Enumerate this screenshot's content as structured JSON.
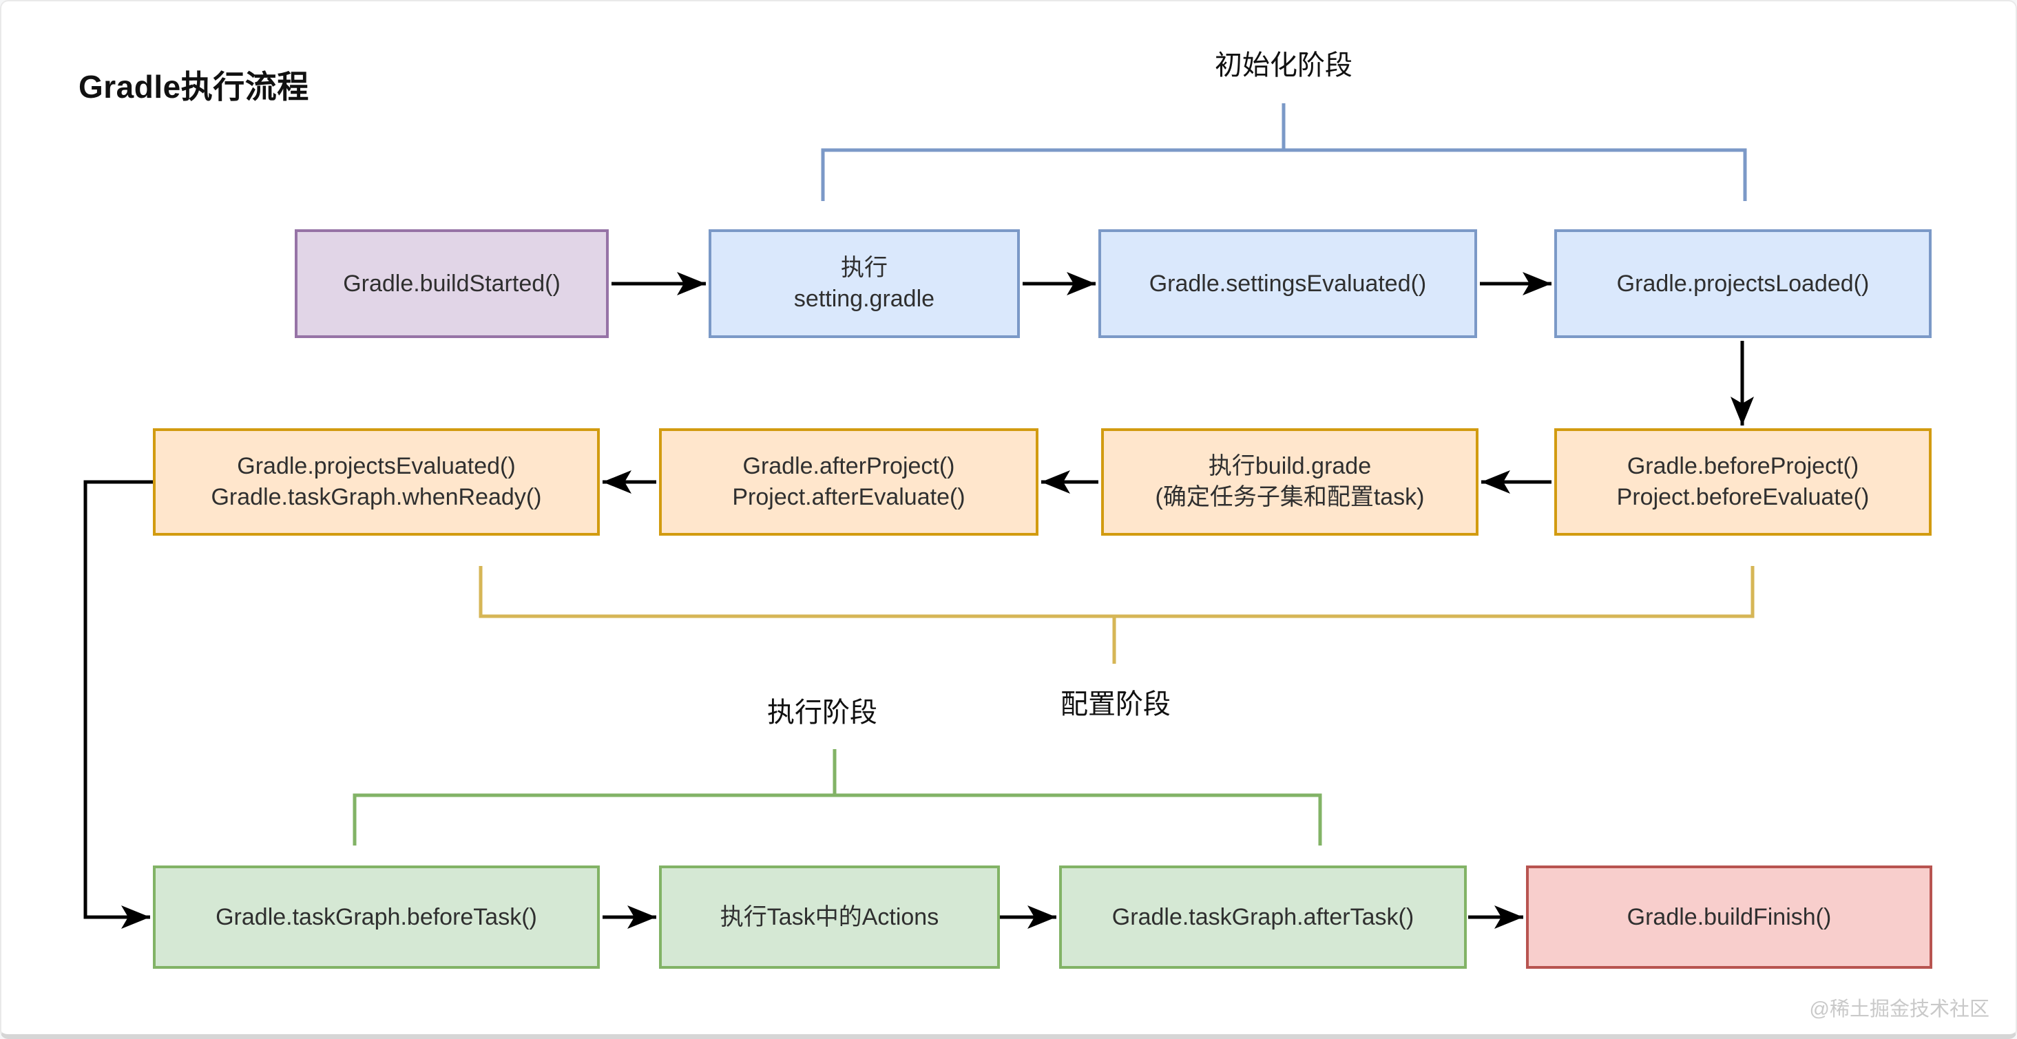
{
  "title": "Gradle执行流程",
  "watermark": "@稀土掘金技术社区",
  "phase_labels": {
    "init": "初始化阶段",
    "config": "配置阶段",
    "exec": "执行阶段"
  },
  "palette": {
    "purple_fill": "#e1d5e7",
    "purple_border": "#9673a6",
    "blue_fill": "#dae8fc",
    "blue_border": "#7b99c7",
    "orange_fill": "#ffe6cc",
    "orange_border": "#d29b10",
    "green_fill": "#d5e8d4",
    "green_border": "#82b366",
    "red_fill": "#f8cecc",
    "red_border": "#b85450",
    "bracket_init": "#7b99c7",
    "bracket_config": "#d6b656",
    "bracket_exec": "#82b366",
    "arrow": "#000000",
    "text": "#2f2f2f",
    "title_color": "#111111",
    "watermark_color": "#c9c9c9"
  },
  "boxes": {
    "build_started": {
      "lines": [
        "Gradle.buildStarted()"
      ]
    },
    "run_setting_gradle": {
      "lines": [
        "执行",
        "setting.gradle"
      ]
    },
    "settings_evaluated": {
      "lines": [
        "Gradle.settingsEvaluated()"
      ]
    },
    "projects_loaded": {
      "lines": [
        "Gradle.projectsLoaded()"
      ]
    },
    "projects_evaluated": {
      "lines": [
        "Gradle.projectsEvaluated()",
        "Gradle.taskGraph.whenReady()"
      ]
    },
    "after_project": {
      "lines": [
        "Gradle.afterProject()",
        "Project.afterEvaluate()"
      ]
    },
    "run_build_gradle": {
      "lines": [
        "执行build.grade",
        "(确定任务子集和配置task)"
      ]
    },
    "before_project": {
      "lines": [
        "Gradle.beforeProject()",
        "Project.beforeEvaluate()"
      ]
    },
    "before_task": {
      "lines": [
        "Gradle.taskGraph.beforeTask()"
      ]
    },
    "run_task_actions": {
      "lines": [
        "执行Task中的Actions"
      ]
    },
    "after_task": {
      "lines": [
        "Gradle.taskGraph.afterTask()"
      ]
    },
    "build_finish": {
      "lines": [
        "Gradle.buildFinish()"
      ]
    }
  }
}
